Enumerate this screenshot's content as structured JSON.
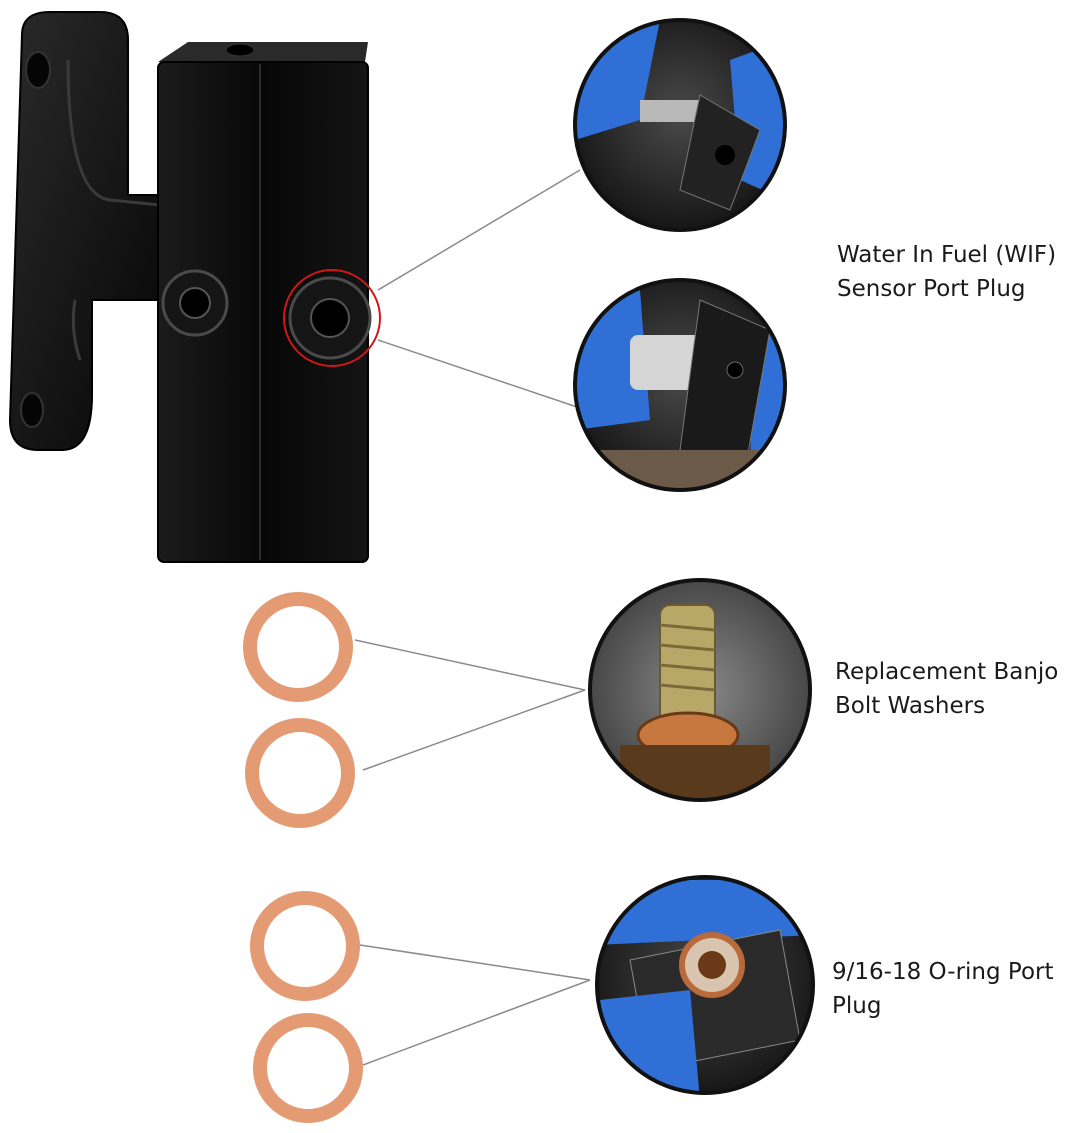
{
  "callouts": {
    "wif": {
      "line1": "Water In Fuel (WIF)",
      "line2": "Sensor Port Plug"
    },
    "banjo": {
      "line1": "Replacement Banjo",
      "line2": "Bolt Washers"
    },
    "oring": {
      "line1": "9/16-18 O-ring Port",
      "line2": "Plug"
    }
  },
  "colors": {
    "background": "#ffffff",
    "bracket": "#0d0d0d",
    "highlight_circle": "#d01818",
    "washer": "#e49a72",
    "leader_line": "#8a8a8a",
    "glove": "#2f6fd6"
  },
  "icons": [
    "h-bracket-product",
    "copper-washer",
    "photo-inset"
  ]
}
